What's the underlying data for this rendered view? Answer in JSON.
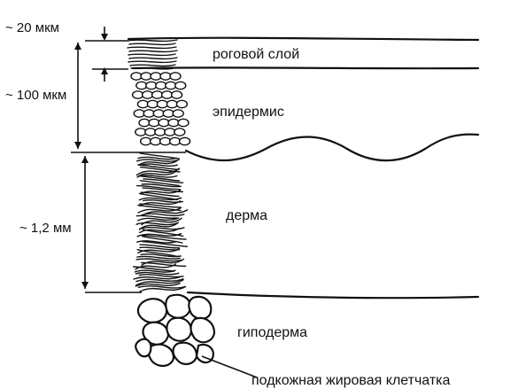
{
  "layers": {
    "horny": "роговой слой",
    "epidermis": "эпидермис",
    "dermis": "дерма",
    "hypodermis": "гиподерма",
    "subcutaneous_fat": "подкожная жировая клетчатка"
  },
  "dimensions": {
    "horny": "~ 20 мкм",
    "epidermis": "~ 100 мкм",
    "dermis": "~ 1,2 мм"
  }
}
